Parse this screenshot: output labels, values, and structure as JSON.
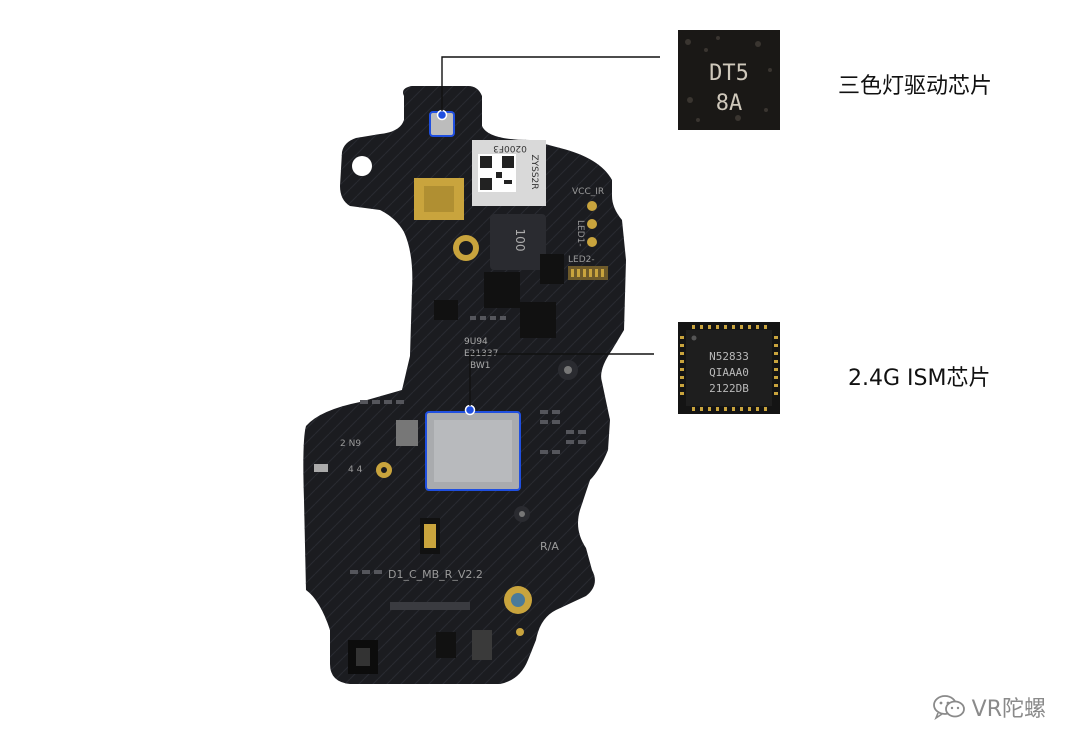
{
  "callouts": {
    "led_driver": {
      "label": "三色灯驱动芯片",
      "chip_marking": [
        "DT5",
        "8A"
      ]
    },
    "ism_chip": {
      "label": "2.4G ISM芯片",
      "chip_marking": [
        "N52833",
        "QIAAA0",
        "2122DB"
      ]
    }
  },
  "board": {
    "silkscreen_version": "D1_C_MB_R_V2.2",
    "label_qr_text": "0200F3",
    "label_side_text": "ZYSS2R",
    "vcc_ir": "VCC_IR",
    "led1": "LED1-",
    "led2": "LED2-",
    "inductor_mark": "100",
    "ra_mark": "R/A",
    "chip_mark_1": "9U94",
    "chip_mark_2": "E21337",
    "chip_mark_3": "BW1",
    "chip_mark_4": "2 N9",
    "chip_mark_5": "4 4"
  },
  "watermark": {
    "text": "VR陀螺"
  },
  "colors": {
    "highlight": "#1f4fe0",
    "board": "#1b1c20",
    "gold": "#c9a43d"
  }
}
